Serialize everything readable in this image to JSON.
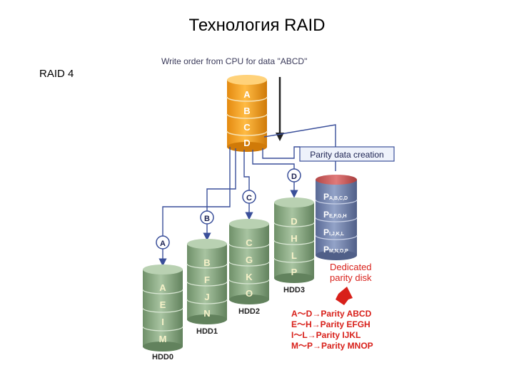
{
  "slide": {
    "title": "Технология RAID",
    "section_label": "RAID 4"
  },
  "diagram": {
    "write_order_label": "Write order from CPU for data \"ABCD\"",
    "parity_creation_label": "Parity data creation",
    "dedicated_parity_label_line1": "Dedicated",
    "dedicated_parity_label_line2": "parity disk",
    "cpu_stack": [
      "A",
      "B",
      "C",
      "D"
    ],
    "route_labels": [
      "A",
      "B",
      "C",
      "D"
    ],
    "disks": [
      {
        "name": "HDD0",
        "blocks": [
          "A",
          "E",
          "I",
          "M"
        ]
      },
      {
        "name": "HDD1",
        "blocks": [
          "B",
          "F",
          "J",
          "N"
        ]
      },
      {
        "name": "HDD2",
        "blocks": [
          "C",
          "G",
          "K",
          "O"
        ]
      },
      {
        "name": "HDD3",
        "blocks": [
          "D",
          "H",
          "L",
          "P"
        ]
      }
    ],
    "parity_blocks": [
      {
        "main": "P",
        "sub": "A,B,C,D"
      },
      {
        "main": "P",
        "sub": "E,F,G,H"
      },
      {
        "main": "P",
        "sub": "I,J,K,L"
      },
      {
        "main": "P",
        "sub": "M,N,O,P"
      }
    ],
    "legend": [
      "A～D→Parity ABCD",
      "E～H→Parity EFGH",
      "I～L→Parity IJKL",
      "M～P→Parity MNOP"
    ],
    "colors": {
      "data_disk": "#8fae8a",
      "data_text": "#f5f1c8",
      "cpu_stack": "#f5a020",
      "parity_disk": "#7a8ab0",
      "route_line": "#3a4f9a",
      "legend_text": "#d8201a"
    }
  }
}
